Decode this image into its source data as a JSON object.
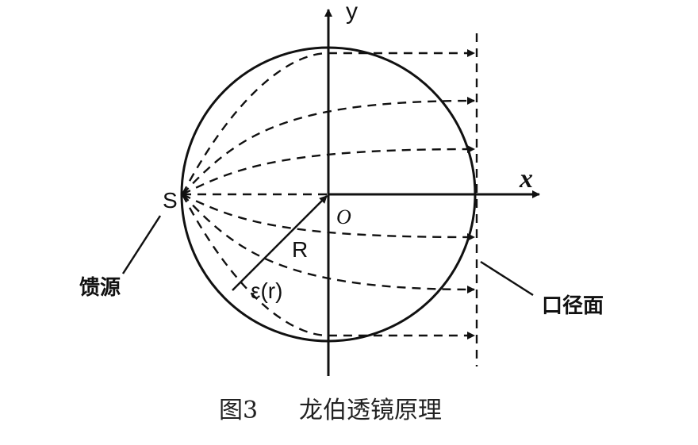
{
  "labels": {
    "y_axis": "y",
    "x_axis": "x",
    "origin": "O",
    "source": "S",
    "radius": "R",
    "epsilon": "ε(r)",
    "feed": "馈源",
    "aperture": "口径面"
  },
  "caption": {
    "figure_number": "图3",
    "title": "龙伯透镜原理"
  }
}
